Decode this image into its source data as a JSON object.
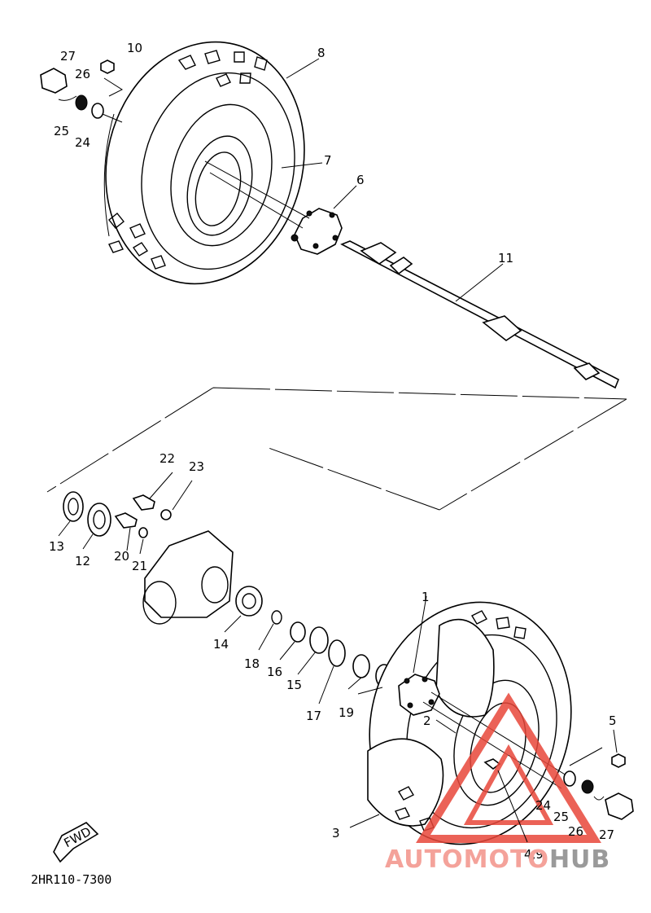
{
  "diagram": {
    "part_code": "2HR110-7300",
    "fwd_label": "FWD",
    "watermark": {
      "part1": "AUTOMOTO",
      "part2": "HUB"
    },
    "callouts": {
      "c1": "1",
      "c2": "2",
      "c3": "3",
      "c49": "4,9",
      "c5": "5",
      "c6": "6",
      "c7": "7",
      "c8": "8",
      "c10": "10",
      "c11": "11",
      "c12": "12",
      "c13": "13",
      "c14": "14",
      "c15": "15",
      "c16": "16",
      "c17": "17",
      "c18": "18",
      "c19": "19",
      "c20": "20",
      "c21": "21",
      "c22": "22",
      "c23": "23",
      "c24a": "24",
      "c25a": "25",
      "c26a": "26",
      "c27a": "27",
      "c24b": "24",
      "c25b": "25",
      "c26b": "26",
      "c27b": "27"
    },
    "colors": {
      "ink": "#000000",
      "watermark_red": "#e8473a",
      "watermark_grey": "#9a9a9a"
    }
  }
}
